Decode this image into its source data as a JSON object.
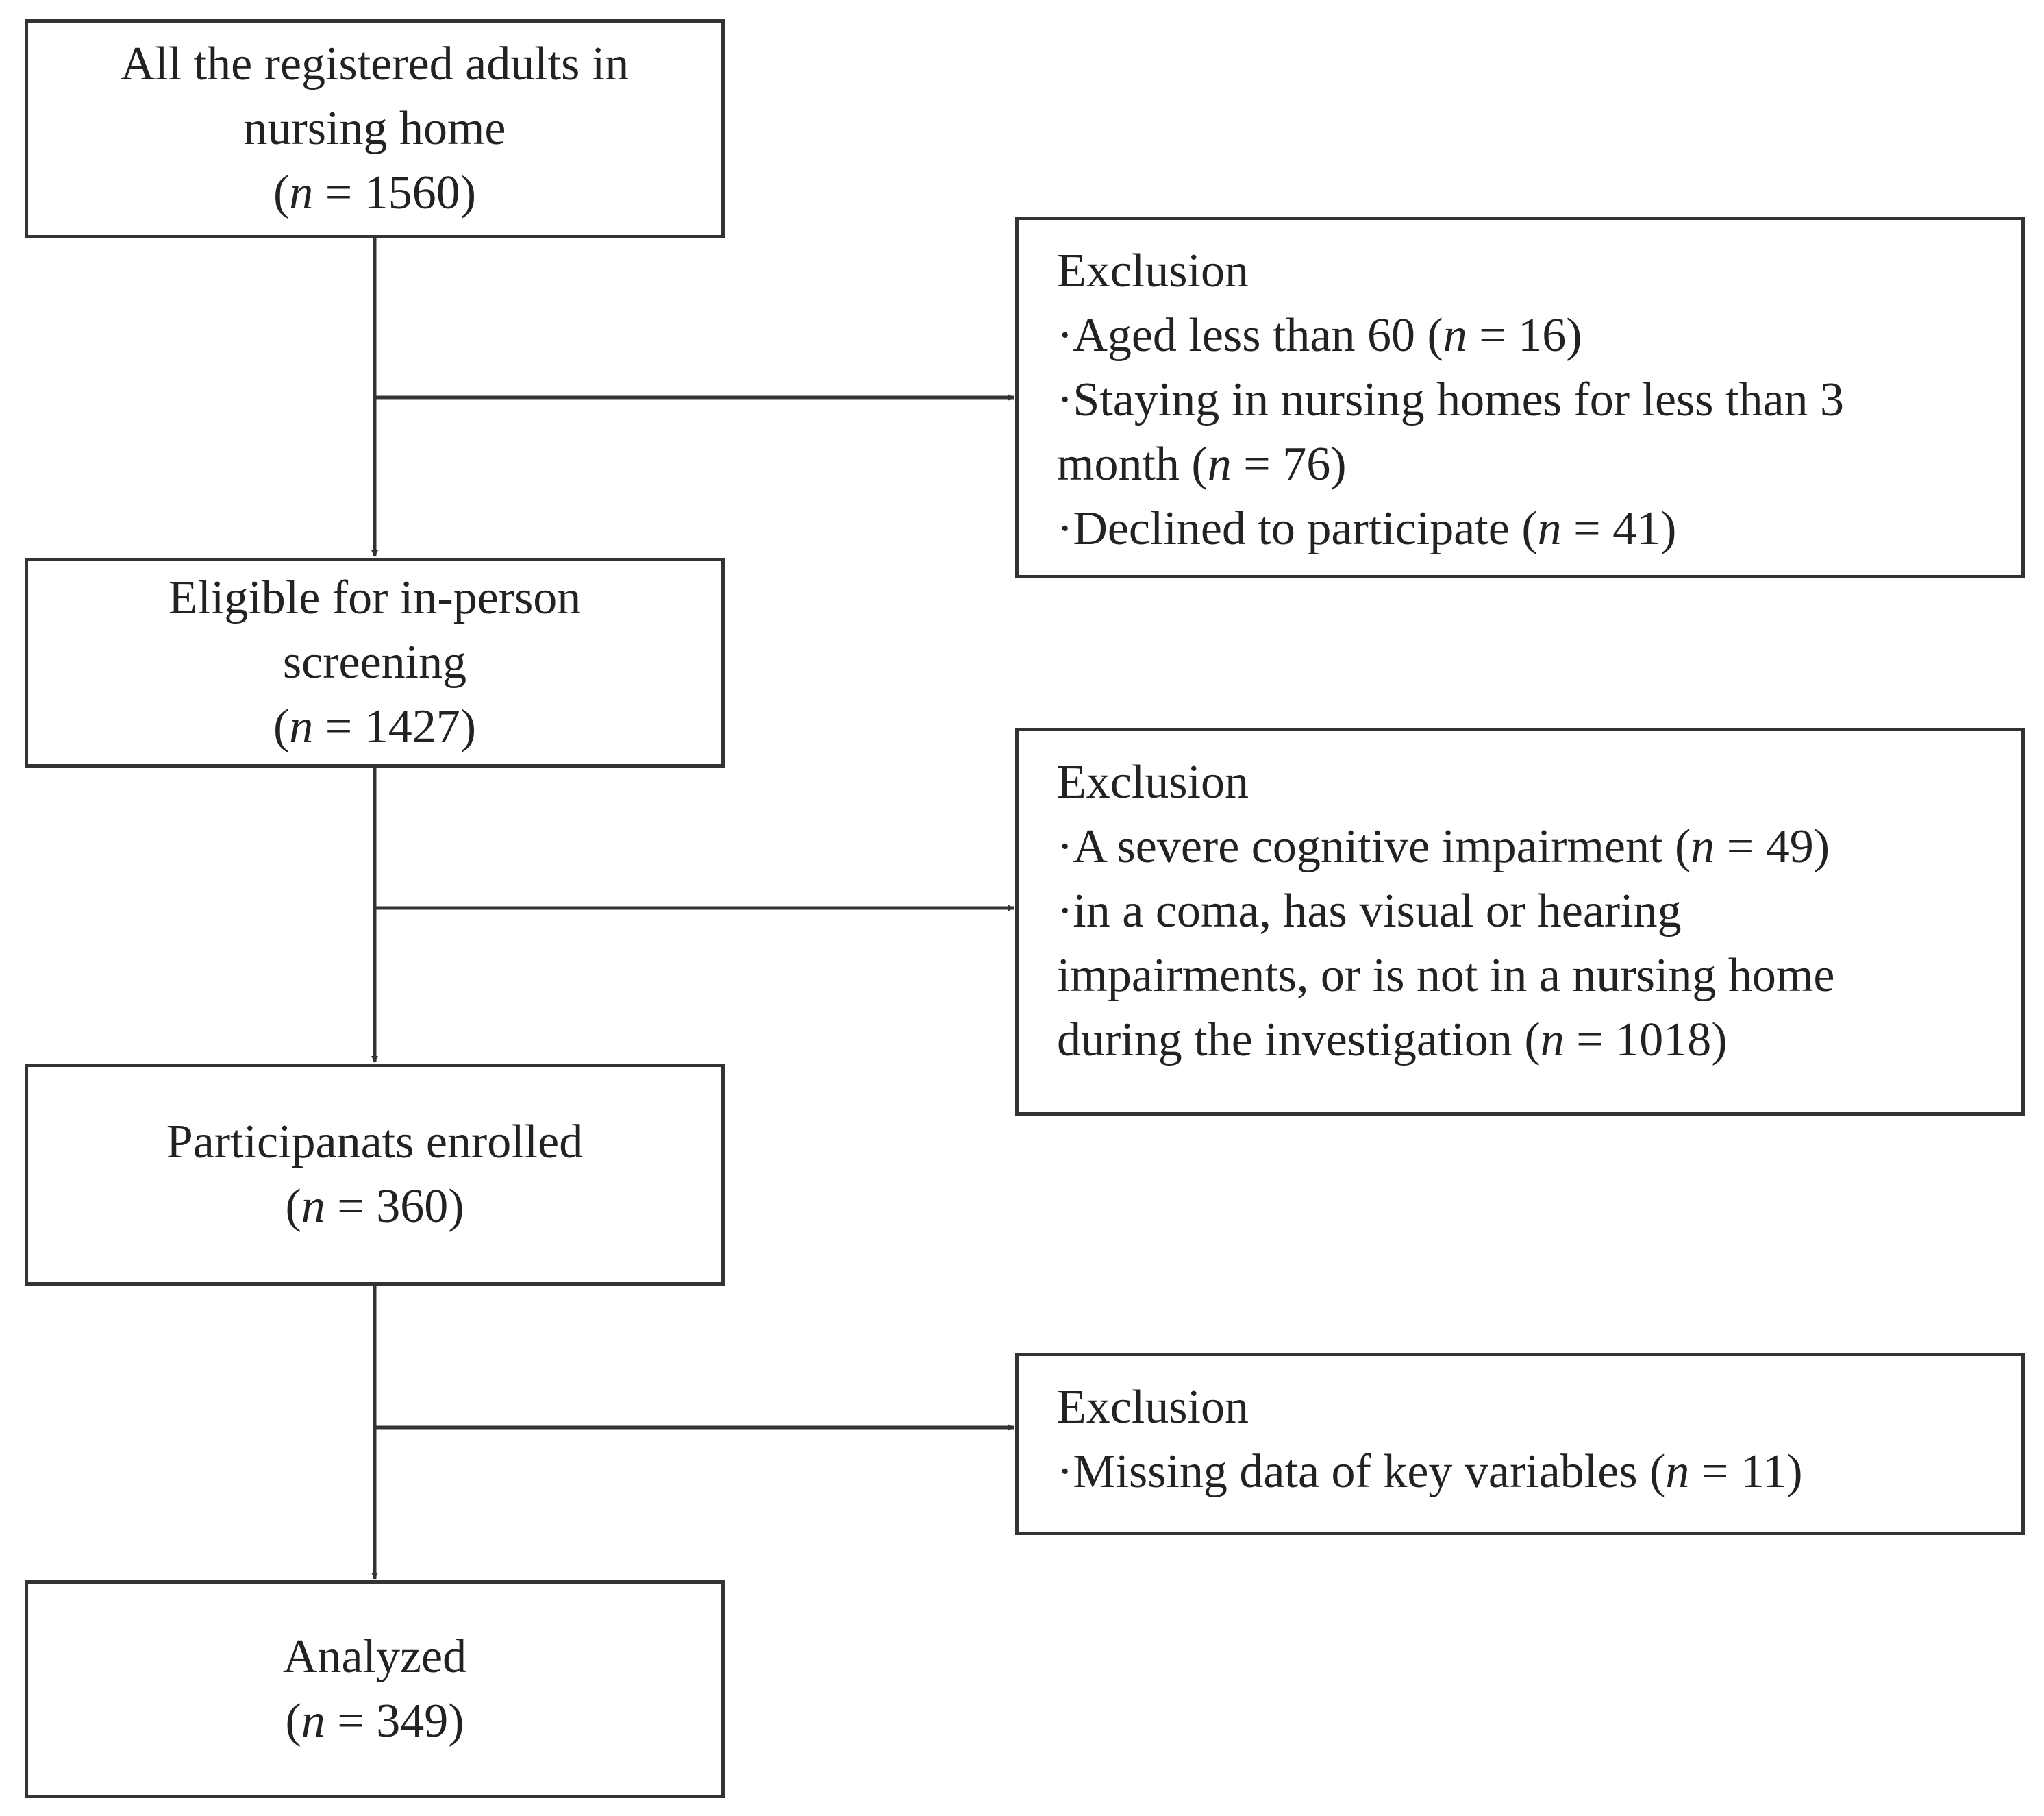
{
  "main_boxes": [
    {
      "lines": [
        "All the registered adults in",
        "nursing home"
      ],
      "n": "1560"
    },
    {
      "lines": [
        "Eligible for in-person",
        "screening"
      ],
      "n": "1427"
    },
    {
      "lines": [
        "Participanats enrolled"
      ],
      "n": "360"
    },
    {
      "lines": [
        "Analyzed"
      ],
      "n": "349"
    }
  ],
  "exclusions": [
    {
      "title": "Exclusion",
      "items": [
        {
          "text": "Aged less than 60",
          "n": "16"
        },
        {
          "text": "Staying in nursing homes for less than 3",
          "cont": "month",
          "n": "76"
        },
        {
          "text": "Declined to participate",
          "n": "41"
        }
      ]
    },
    {
      "title": "Exclusion",
      "items": [
        {
          "text": "A severe cognitive impairment",
          "n": "49"
        },
        {
          "text": "in a coma, has visual or hearing",
          "cont": [
            "impairments, or is not in a nursing home",
            "during the investigation"
          ],
          "n": "1018"
        }
      ]
    },
    {
      "title": "Exclusion",
      "items": [
        {
          "text": "Missing data of key variables",
          "n": "11"
        }
      ]
    }
  ],
  "n_symbol": "n",
  "bullet_char": "·"
}
